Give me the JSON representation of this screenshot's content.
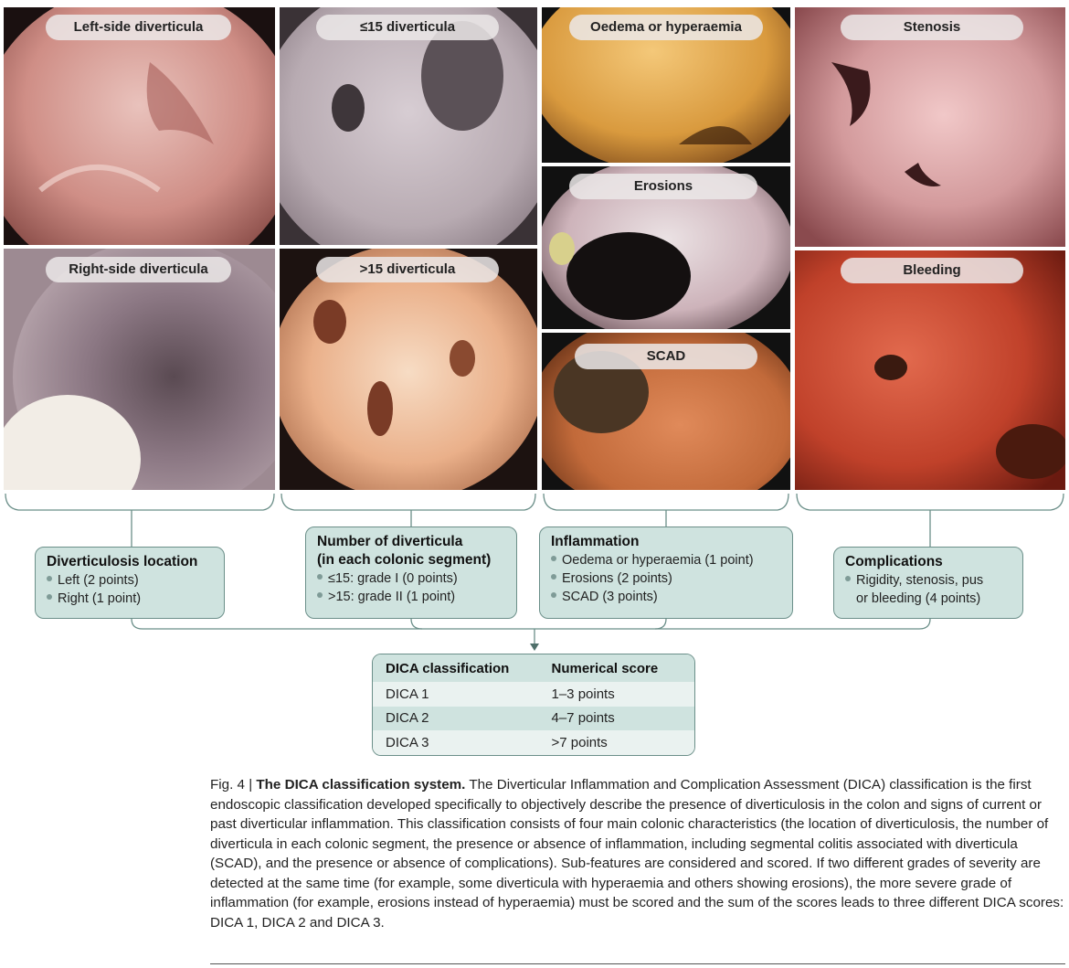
{
  "panels": [
    {
      "id": "left-side",
      "label": "Left-side diverticula"
    },
    {
      "id": "right-side",
      "label": "Right-side diverticula"
    },
    {
      "id": "le15",
      "label": "≤15 diverticula"
    },
    {
      "id": "gt15",
      "label": ">15 diverticula"
    },
    {
      "id": "oedema",
      "label": "Oedema or hyperaemia"
    },
    {
      "id": "erosions",
      "label": "Erosions"
    },
    {
      "id": "scad",
      "label": "SCAD"
    },
    {
      "id": "stenosis",
      "label": "Stenosis"
    },
    {
      "id": "bleeding",
      "label": "Bleeding"
    }
  ],
  "boxes": {
    "location": {
      "title": "Diverticulosis location",
      "items": [
        "Left (2 points)",
        "Right (1 point)"
      ]
    },
    "number": {
      "title_line1": "Number of diverticula",
      "title_line2": "(in each colonic segment)",
      "items": [
        "≤15: grade I (0 points)",
        ">15: grade II (1 point)"
      ]
    },
    "inflammation": {
      "title": "Inflammation",
      "items": [
        "Oedema or hyperaemia (1 point)",
        "Erosions (2 points)",
        "SCAD (3 points)"
      ]
    },
    "complications": {
      "title": "Complications",
      "items": [
        "Rigidity, stenosis, pus",
        "or bleeding (4 points)"
      ]
    }
  },
  "table": {
    "headers": [
      "DICA classification",
      "Numerical score"
    ],
    "rows": [
      [
        "DICA 1",
        "1–3 points"
      ],
      [
        "DICA 2",
        "4–7 points"
      ],
      [
        "DICA 3",
        ">7 points"
      ]
    ]
  },
  "caption": {
    "label": "Fig. 4 | ",
    "title": "The DICA classification system.",
    "text": " The Diverticular Inflammation and Complication Assessment (DICA) classification is the first endoscopic classification developed specifically to objectively describe the presence of diverticulosis in the colon and signs of current or past diverticular inflammation. This classification consists of four main colonic characteristics (the location of diverticulosis, the number of diverticula in each colonic segment, the presence or absence of inflammation, including segmental colitis associated with diverticula (SCAD), and the presence or absence of complications). Sub-features are considered and scored. If two different grades of severity are detected at the same time (for example, some diverticula with hyperaemia and others showing erosions), the more severe grade of inflammation (for example, erosions instead of hyperaemia) must be scored and the sum of the scores leads to three different DICA scores: DICA 1, DICA 2 and DICA 3."
  },
  "colors": {
    "box_fill": "#cfe3df",
    "box_border": "#6b8f89",
    "connector": "#6b8f89"
  }
}
